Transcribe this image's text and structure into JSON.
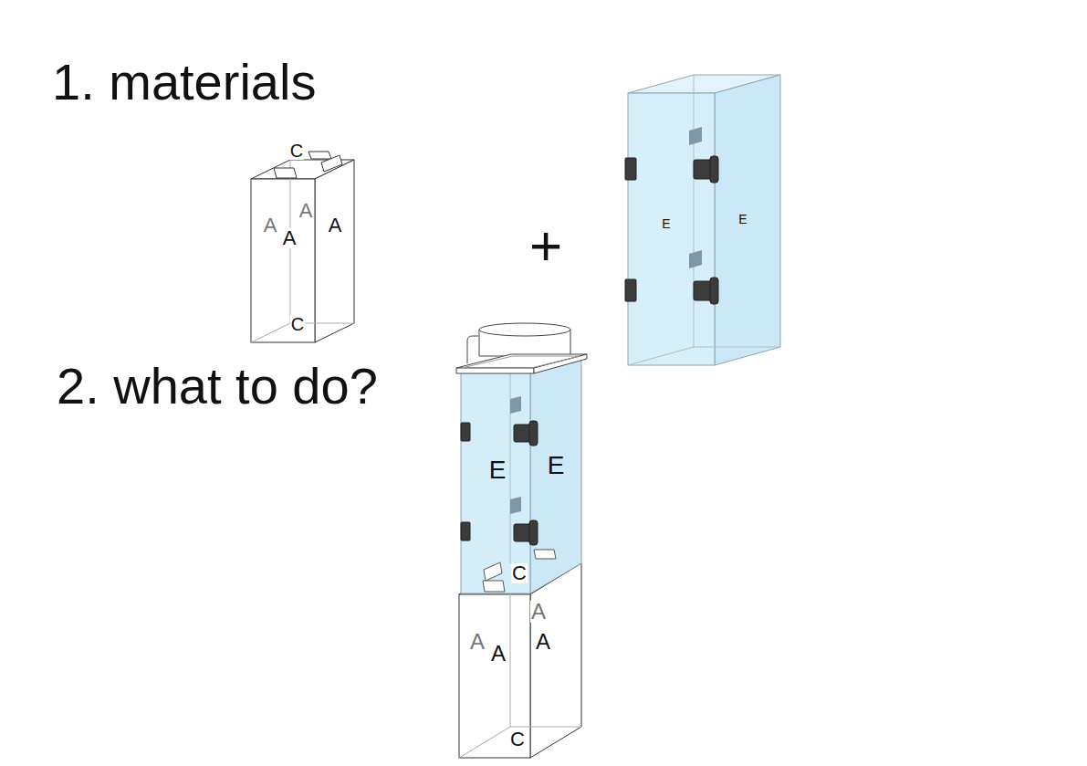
{
  "diagram": {
    "labels": [
      "1. materials",
      "2. what to do?",
      "+",
      "C",
      "A",
      "A",
      "A",
      "A",
      "C",
      "E",
      "E",
      "E",
      "E",
      "C",
      "A",
      "A",
      "A",
      "A",
      "C"
    ]
  }
}
